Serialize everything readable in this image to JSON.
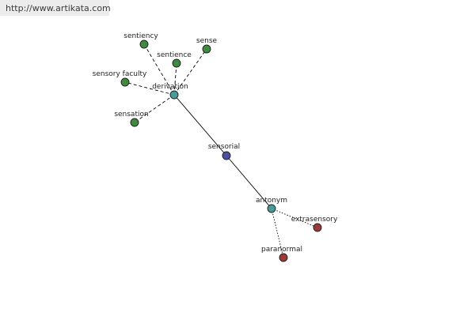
{
  "header": {
    "url": "http://www.artikata.com"
  },
  "colors": {
    "center": "#4a4fa0",
    "relation": "#4a9a98",
    "derivation_term": "#3f8a3f",
    "antonym_term": "#9a3a3a",
    "edge": "#000000"
  },
  "graph": {
    "nodes": [
      {
        "id": "sensorial",
        "label": "sensorial",
        "kind": "center"
      },
      {
        "id": "derivation",
        "label": "derivation",
        "kind": "relation"
      },
      {
        "id": "antonym",
        "label": "antonym",
        "kind": "relation"
      },
      {
        "id": "sentiency",
        "label": "sentiency",
        "kind": "derivation_term"
      },
      {
        "id": "sense",
        "label": "sense",
        "kind": "derivation_term"
      },
      {
        "id": "sentience",
        "label": "sentience",
        "kind": "derivation_term"
      },
      {
        "id": "sensory-faculty",
        "label": "sensory faculty",
        "kind": "derivation_term"
      },
      {
        "id": "sensation",
        "label": "sensation",
        "kind": "derivation_term"
      },
      {
        "id": "extrasensory",
        "label": "extrasensory",
        "kind": "antonym_term"
      },
      {
        "id": "paranormal",
        "label": "paranormal",
        "kind": "antonym_term"
      }
    ],
    "edges": [
      {
        "from": "sensorial",
        "to": "derivation",
        "style": "solid"
      },
      {
        "from": "sensorial",
        "to": "antonym",
        "style": "solid"
      },
      {
        "from": "derivation",
        "to": "sentiency",
        "style": "dashed"
      },
      {
        "from": "derivation",
        "to": "sense",
        "style": "dashed"
      },
      {
        "from": "derivation",
        "to": "sentience",
        "style": "dashed"
      },
      {
        "from": "derivation",
        "to": "sensory-faculty",
        "style": "dashed"
      },
      {
        "from": "derivation",
        "to": "sensation",
        "style": "dashed"
      },
      {
        "from": "antonym",
        "to": "extrasensory",
        "style": "dotted"
      },
      {
        "from": "antonym",
        "to": "paranormal",
        "style": "dotted"
      }
    ]
  }
}
